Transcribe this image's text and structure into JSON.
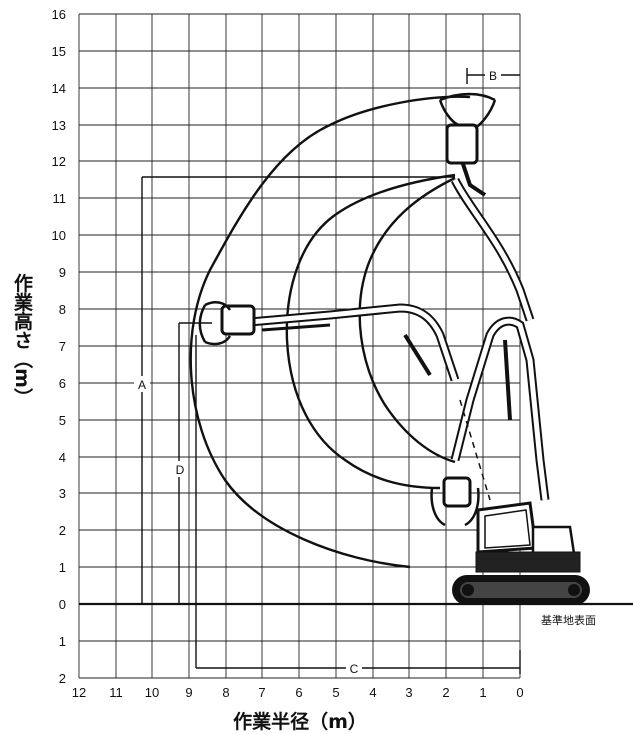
{
  "x_axis": {
    "title": "作業半径（m）",
    "ticks": [
      "12",
      "11",
      "10",
      "9",
      "8",
      "7",
      "6",
      "5",
      "4",
      "3",
      "2",
      "1",
      "0"
    ]
  },
  "y_axis": {
    "title": "作業高さ（m）",
    "ticks_up": [
      "0",
      "1",
      "2",
      "3",
      "4",
      "5",
      "6",
      "7",
      "8",
      "9",
      "10",
      "11",
      "12",
      "13",
      "14",
      "15",
      "16"
    ],
    "ticks_down": [
      "1",
      "2"
    ]
  },
  "dimension_labels": {
    "A": "A",
    "B": "B",
    "C": "C",
    "D": "D"
  },
  "ground_label": "基準地表面",
  "line_color": "#111111"
}
